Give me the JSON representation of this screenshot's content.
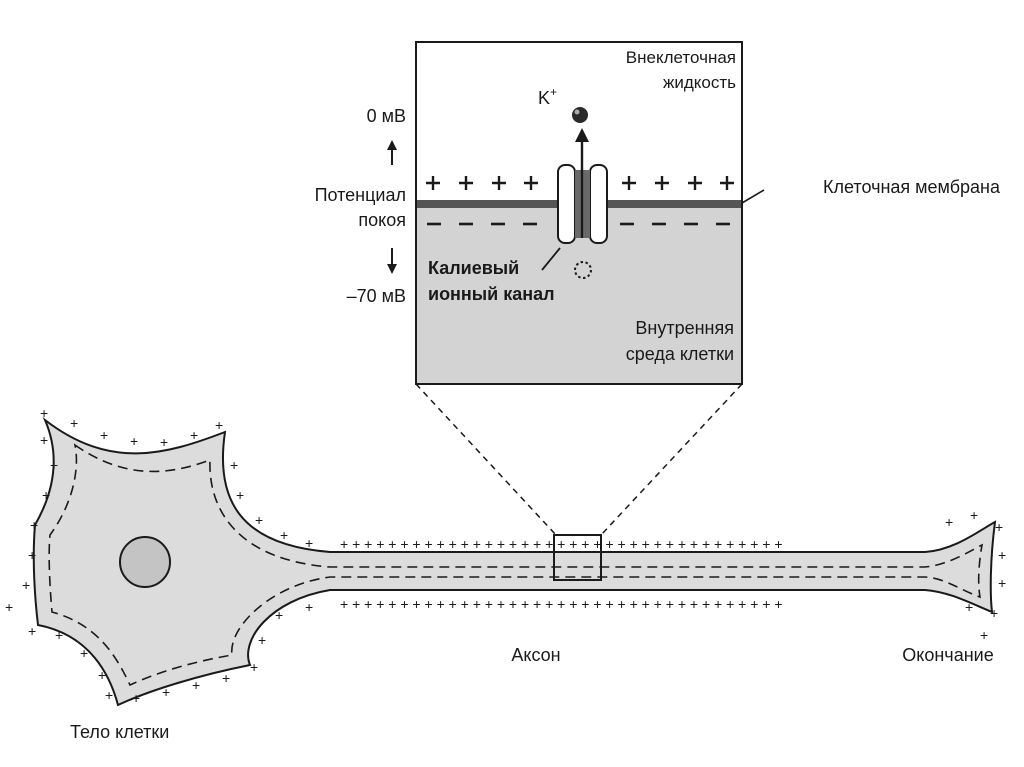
{
  "inset": {
    "extracellular_line1": "Внеклеточная",
    "extracellular_line2": "жидкость",
    "ion": "K",
    "ion_charge": "+",
    "membrane_label": "Клеточная мембрана",
    "channel_line1": "Калиевый",
    "channel_line2": "ионный канал",
    "intracellular_line1": "Внутренняя",
    "intracellular_line2": "среда клетки"
  },
  "scale": {
    "top": "0 мВ",
    "middle_line1": "Потенциал",
    "middle_line2": "покоя",
    "bottom": "–70 мВ"
  },
  "neuron": {
    "cell_body": "Тело клетки",
    "axon": "Аксон",
    "terminal": "Окончание"
  },
  "colors": {
    "ink": "#1a1a1a",
    "cell_fill": "#dcdcdc",
    "inside_fill": "#d3d3d3",
    "membrane": "#555555"
  }
}
